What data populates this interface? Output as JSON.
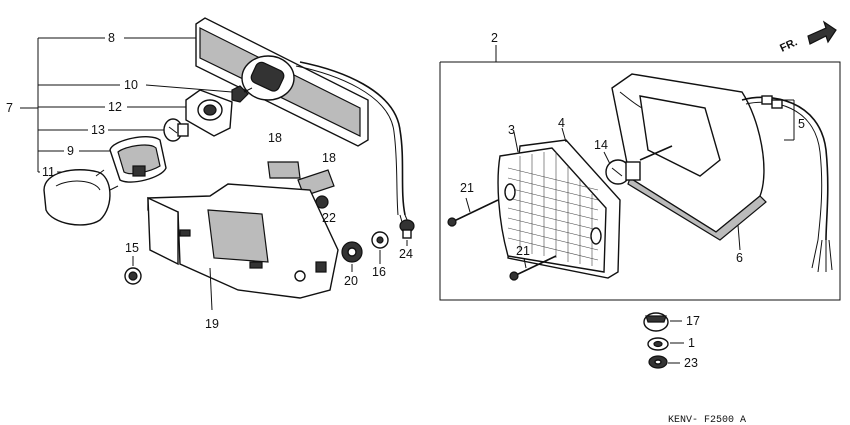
{
  "diagram_code": "KENV- F2500 A",
  "direction_label": "FR.",
  "callouts": {
    "c1": "1",
    "c2": "2",
    "c3": "3",
    "c4": "4",
    "c5": "5",
    "c6": "6",
    "c7": "7",
    "c8": "8",
    "c9": "9",
    "c10": "10",
    "c11": "11",
    "c12": "12",
    "c13": "13",
    "c14": "14",
    "c15": "15",
    "c16": "16",
    "c17": "17",
    "c18a": "18",
    "c18b": "18",
    "c19": "19",
    "c20": "20",
    "c21a": "21",
    "c21b": "21",
    "c22": "22",
    "c23": "23",
    "c24": "24"
  }
}
